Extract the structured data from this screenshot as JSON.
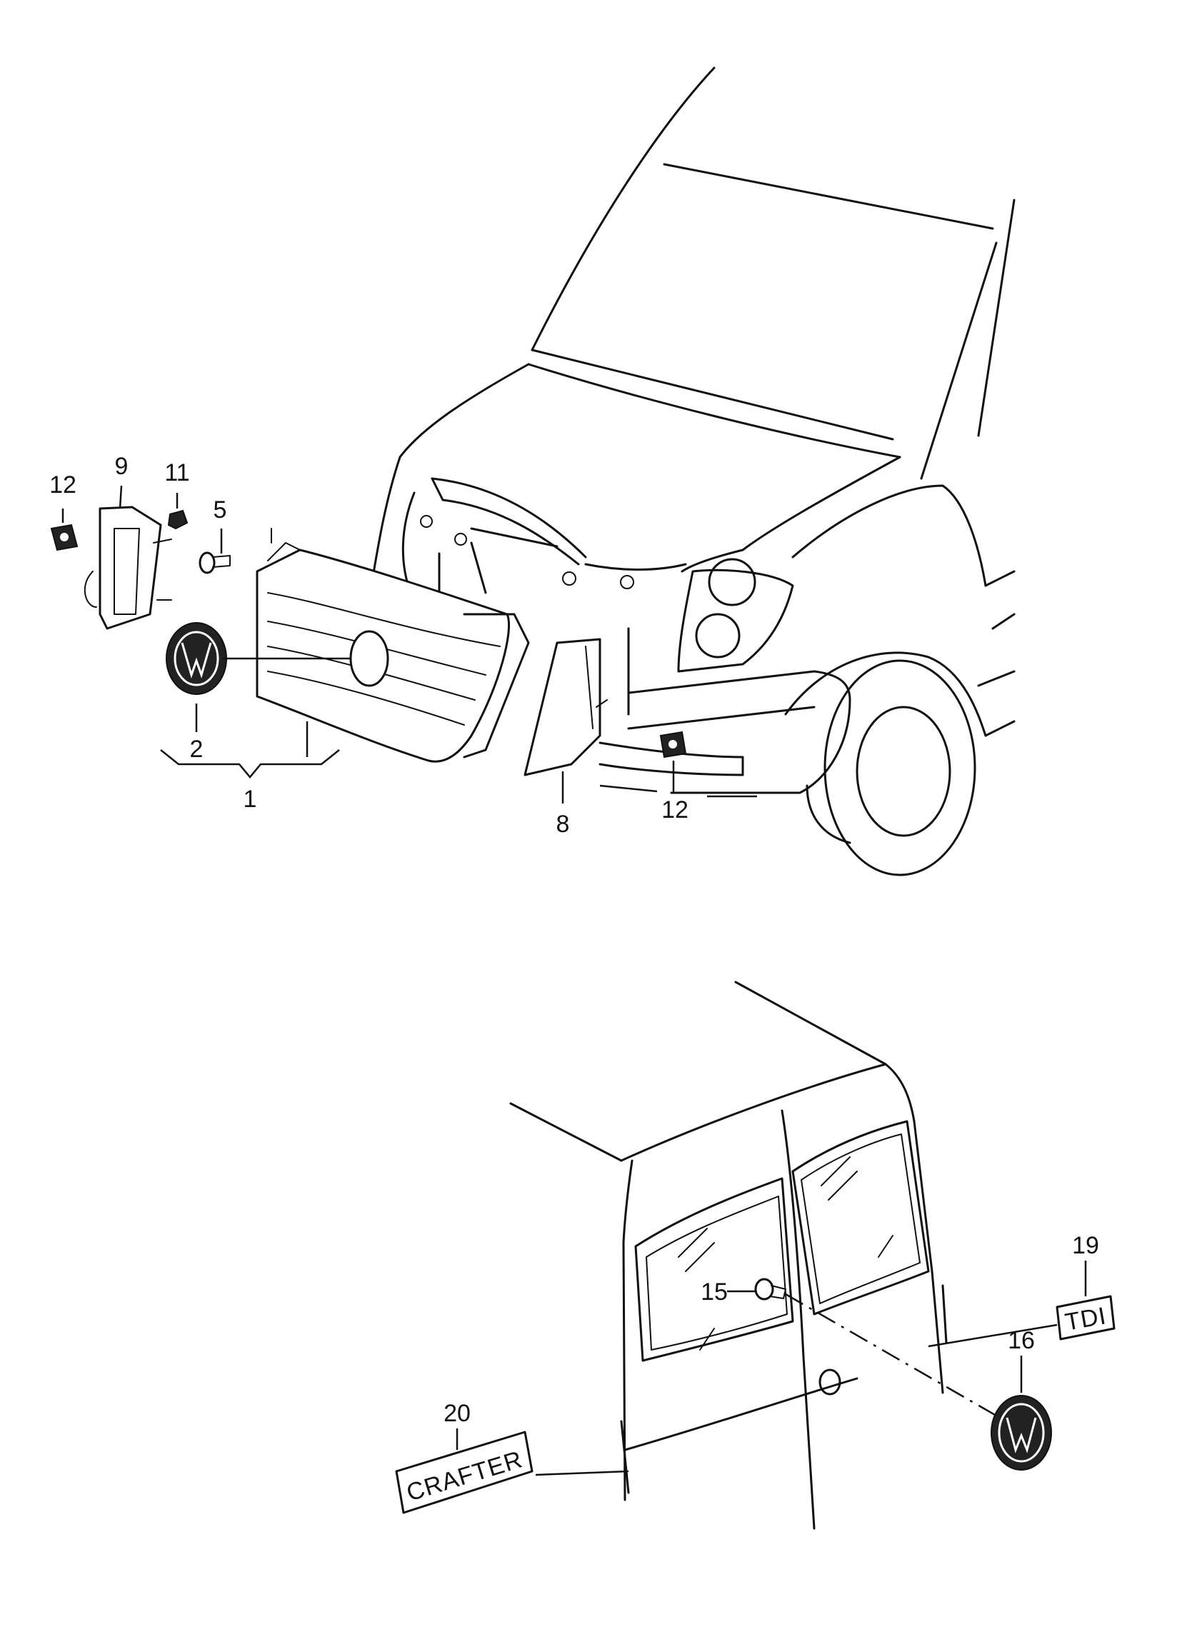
{
  "callouts": {
    "c1": "1",
    "c2": "2",
    "c5": "5",
    "c8": "8",
    "c9": "9",
    "c11": "11",
    "c12a": "12",
    "c12b": "12",
    "c15": "15",
    "c16": "16",
    "c19": "19",
    "c20": "20"
  },
  "badges": {
    "tdi": "TDI",
    "crafter": "CRAFTER"
  }
}
